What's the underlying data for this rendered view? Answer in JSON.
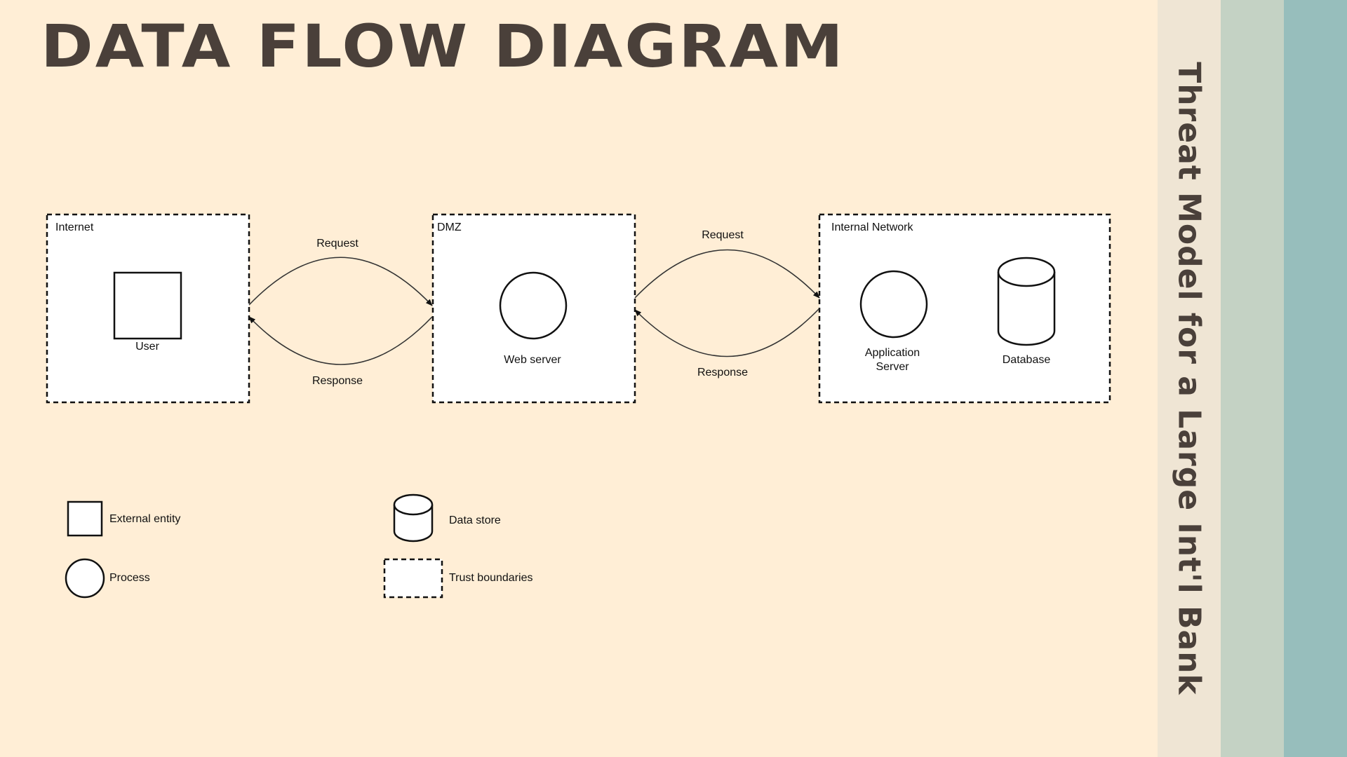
{
  "title": "DATA FLOW DIAGRAM",
  "side_title": "Threat Model for a Large Int'l Bank",
  "colors": {
    "background": "#FFEED6",
    "title": "#4A403A",
    "band_1": "#EFE5D4",
    "band_2": "#C4D2C4",
    "band_3": "#97BEBC"
  },
  "diagram": {
    "boundaries": {
      "internet": "Internet",
      "dmz": "DMZ",
      "internal": "Internal Network"
    },
    "nodes": {
      "user": "User",
      "web_server": "Web server",
      "app_server_line1": "Application",
      "app_server_line2": "Server",
      "database": "Database"
    },
    "flows": {
      "request_1": "Request",
      "response_1": "Response",
      "request_2": "Request",
      "response_2": "Response"
    }
  },
  "legend": {
    "external_entity": "External entity",
    "process": "Process",
    "data_store": "Data store",
    "trust_boundaries": "Trust boundaries"
  }
}
